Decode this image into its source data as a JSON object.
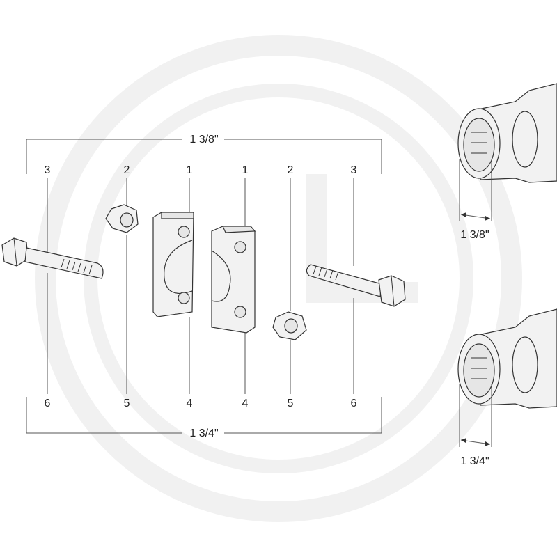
{
  "dimensions": {
    "top": "1 3/8\"",
    "bottom": "1 3/4\"",
    "right_top": "1 3/8\"",
    "right_bottom": "1 3/4\""
  },
  "callouts_top": [
    "3",
    "2",
    "1",
    "1",
    "2",
    "3"
  ],
  "callouts_bottom": [
    "6",
    "5",
    "4",
    "4",
    "5",
    "6"
  ],
  "colors": {
    "line": "#333333",
    "fill": "#f2f2f2",
    "watermark": "#f1f1f1"
  },
  "icons": {
    "bolt": "bolt-icon",
    "nut": "hex-nut-icon",
    "clamp": "clamp-half-icon",
    "yoke": "splined-yoke-icon"
  }
}
